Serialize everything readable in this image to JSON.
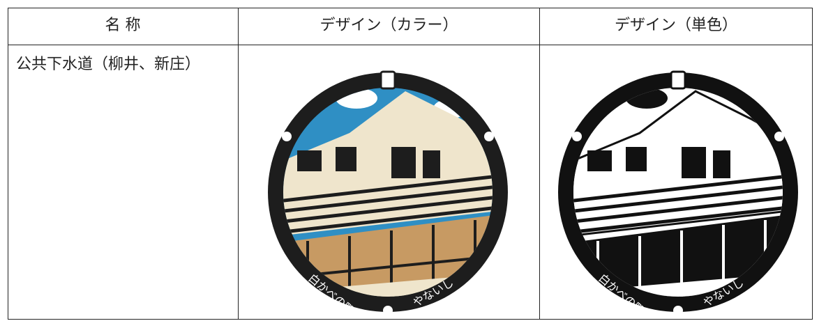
{
  "table": {
    "headers": [
      "名 称",
      "デザイン（カラー）",
      "デザイン（単色）"
    ],
    "rows": [
      {
        "name": "公共下水道（柳井、新庄）"
      }
    ]
  },
  "manhole": {
    "inscription_left": "白かべの町並み",
    "inscription_right": "やないし"
  },
  "colors": {
    "sky": "#2f8fc4",
    "wall": "#c79a63",
    "frame": "#1d1d1d"
  }
}
